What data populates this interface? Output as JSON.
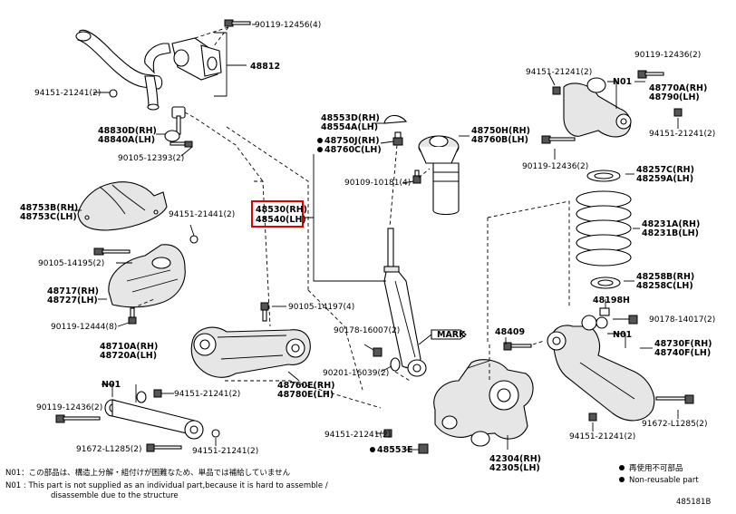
{
  "labels": {
    "p90119_12456": "90119-12456(4)",
    "p48812": "48812",
    "p94151_21241_a": "94151-21241(2)",
    "p48830d": "48830D(RH)",
    "p48840a": "48840A(LH)",
    "p90105_12393": "90105-12393(2)",
    "p48753b": "48753B(RH)",
    "p48753c": "48753C(LH)",
    "p94151_21441": "94151-21441(2)",
    "p90105_14195": "90105-14195(2)",
    "p48717": "48717(RH)",
    "p48727": "48727(LH)",
    "p90119_12444": "90119-12444(8)",
    "p48710a": "48710A(RH)",
    "p48720a": "48720A(LH)",
    "n01_a": "N01",
    "p94151_21241_b": "94151-21241(2)",
    "p90119_12436_a": "90119-12436(2)",
    "p91672_l1285_a": "91672-L1285(2)",
    "p94151_21241_c": "94151-21241(2)",
    "p48553d": "48553D(RH)",
    "p48554a": "48554A(LH)",
    "p48750j": "48750J(RH)",
    "p48760c": "48760C(LH)",
    "p48530": "48530(RH)",
    "p48540": "48540(LH)",
    "p90105_14197": "90105-14197(4)",
    "p90178_16007": "90178-16007(2)",
    "mark": "MARK",
    "p90201_16039": "90201-16039(2)",
    "p48760e": "48760E(RH)",
    "p48780e": "48780E(LH)",
    "p48750h": "48750H(RH)",
    "p48760b": "48760B(LH)",
    "p90109_10181": "90109-10181(4)",
    "p48409": "48409",
    "p94151_21241_d": "94151-21241(2)",
    "p48553e": "48553E",
    "p42304": "42304(RH)",
    "p42305": "42305(LH)",
    "p90119_12436_b": "90119-12436(2)",
    "p94151_21241_e": "94151-21241(2)",
    "n01_b": "N01",
    "p48770a": "48770A(RH)",
    "p48790": "48790(LH)",
    "p94151_21241_f": "94151-21241(2)",
    "p90119_12436_c": "90119-12436(2)",
    "p48257c": "48257C(RH)",
    "p48259a": "48259A(LH)",
    "p48231a": "48231A(RH)",
    "p48231b": "48231B(LH)",
    "p48258b": "48258B(RH)",
    "p48258c": "48258C(LH)",
    "p48198h": "48198H",
    "p90178_14017": "90178-14017(2)",
    "n01_c": "N01",
    "p48730f": "48730F(RH)",
    "p48740f": "48740F(LH)",
    "p91672_l1285_b": "91672-L1285(2)",
    "p94151_21241_g": "94151-21241(2)"
  },
  "notes": {
    "jp": "N01：この部品は、構造上分解・組付けが困難なため、単品では補給していません",
    "en1": "N01 : This part is not supplied as an individual part,because it is hard to assemble /",
    "en2": "disassemble due to the structure"
  },
  "legend": {
    "not_reusable_jp": "再使用不可部品",
    "non_reusable_en": "Non-reusable part"
  },
  "diagram_id": "485181B",
  "colors": {
    "highlight": "#dd0000",
    "ink": "#000000"
  }
}
